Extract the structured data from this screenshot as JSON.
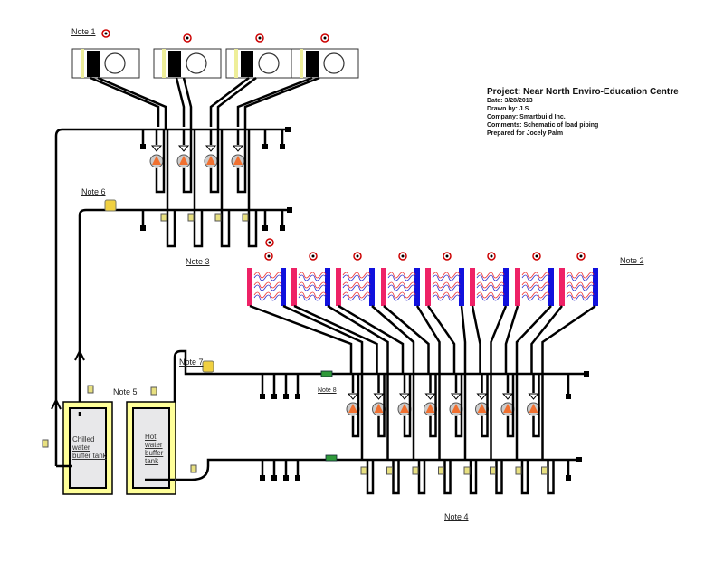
{
  "title_block": {
    "project": "Project: Near North Enviro-Education Centre",
    "date": "Date: 3/28/2013",
    "drawn_by": "Drawn by: J.S.",
    "company": "Company: Smartbuild Inc.",
    "comments": "Comments: Schematic of load piping",
    "prepared_for": "Prepared for Jocely Palm"
  },
  "notes": {
    "note1": "Note 1",
    "note2": "Note 2",
    "note3": "Note 3",
    "note4": "Note 4",
    "note5": "Note 5",
    "note6": "Note 6",
    "note7": "Note 7",
    "note8": "Note 8"
  },
  "tanks": {
    "chilled": "Chilled water buffer tank",
    "hot": "Hot water buffer tank"
  },
  "components": {
    "fan_coil_units": 4,
    "radiant_panels": 8,
    "upper_pumps": 4,
    "lower_pumps": 8
  },
  "colors": {
    "pipe": "#000000",
    "tank_insulation": "#ffff99",
    "tank_fill": "#e8e8ea",
    "panel_supply": "#ee2266",
    "panel_return": "#1111dd",
    "pump": "#f07030",
    "valve": "#e8e080",
    "strainer": "#2f9a3a"
  }
}
